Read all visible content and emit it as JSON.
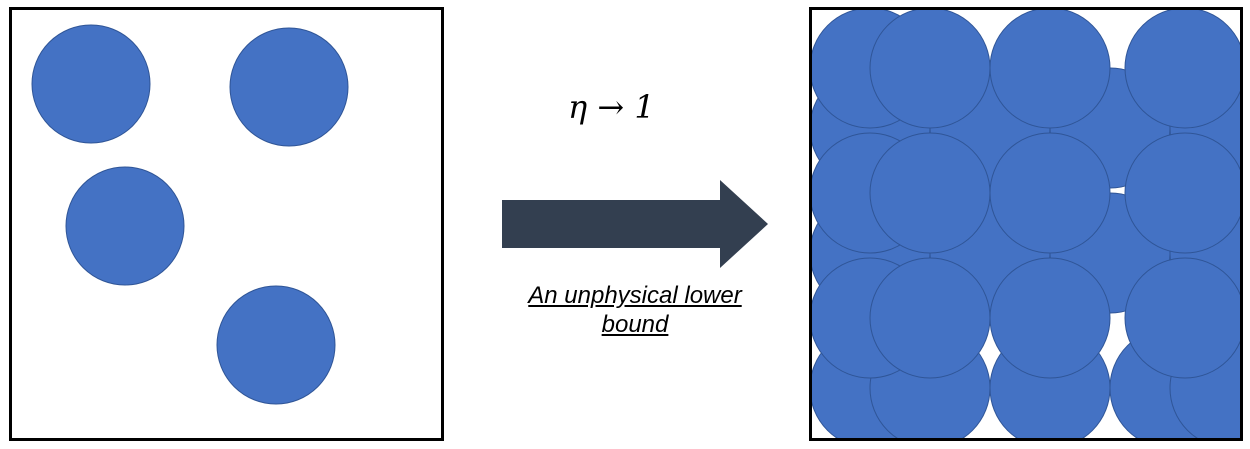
{
  "colors": {
    "circle_fill": "#4472C4",
    "circle_stroke": "#2F5597",
    "arrow_fill": "#333F50",
    "box_border": "#000000"
  },
  "transition_label": "η → 1",
  "caption": {
    "line1": "An unphysical  lower",
    "line2": "bound"
  }
}
